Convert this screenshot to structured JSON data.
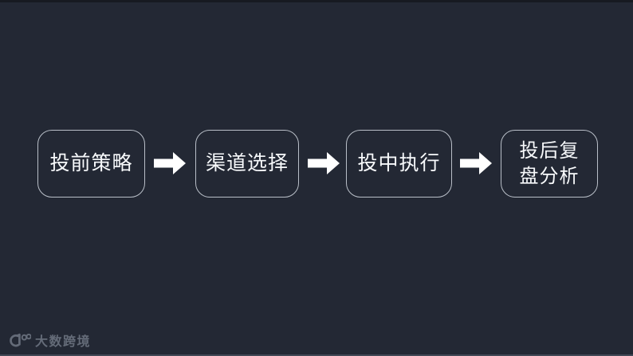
{
  "slide": {
    "flow_steps": [
      {
        "label": "投前策略"
      },
      {
        "label": "渠道选择"
      },
      {
        "label": "投中执行"
      },
      {
        "label": "投后复盘分析"
      }
    ],
    "footer": {
      "brand_name": "大数跨境",
      "logo_icon": "dashu-100-logo-icon"
    },
    "icons": {
      "arrow": "right-block-arrow-icon"
    },
    "colors": {
      "background": "#232834",
      "top_edge": "#171a21",
      "bottom_edge": "#414855",
      "box_border": "#b9bfc8",
      "box_text": "#f7f9fb",
      "arrow_fill": "#ffffff",
      "brand_text": "#646b78"
    }
  }
}
